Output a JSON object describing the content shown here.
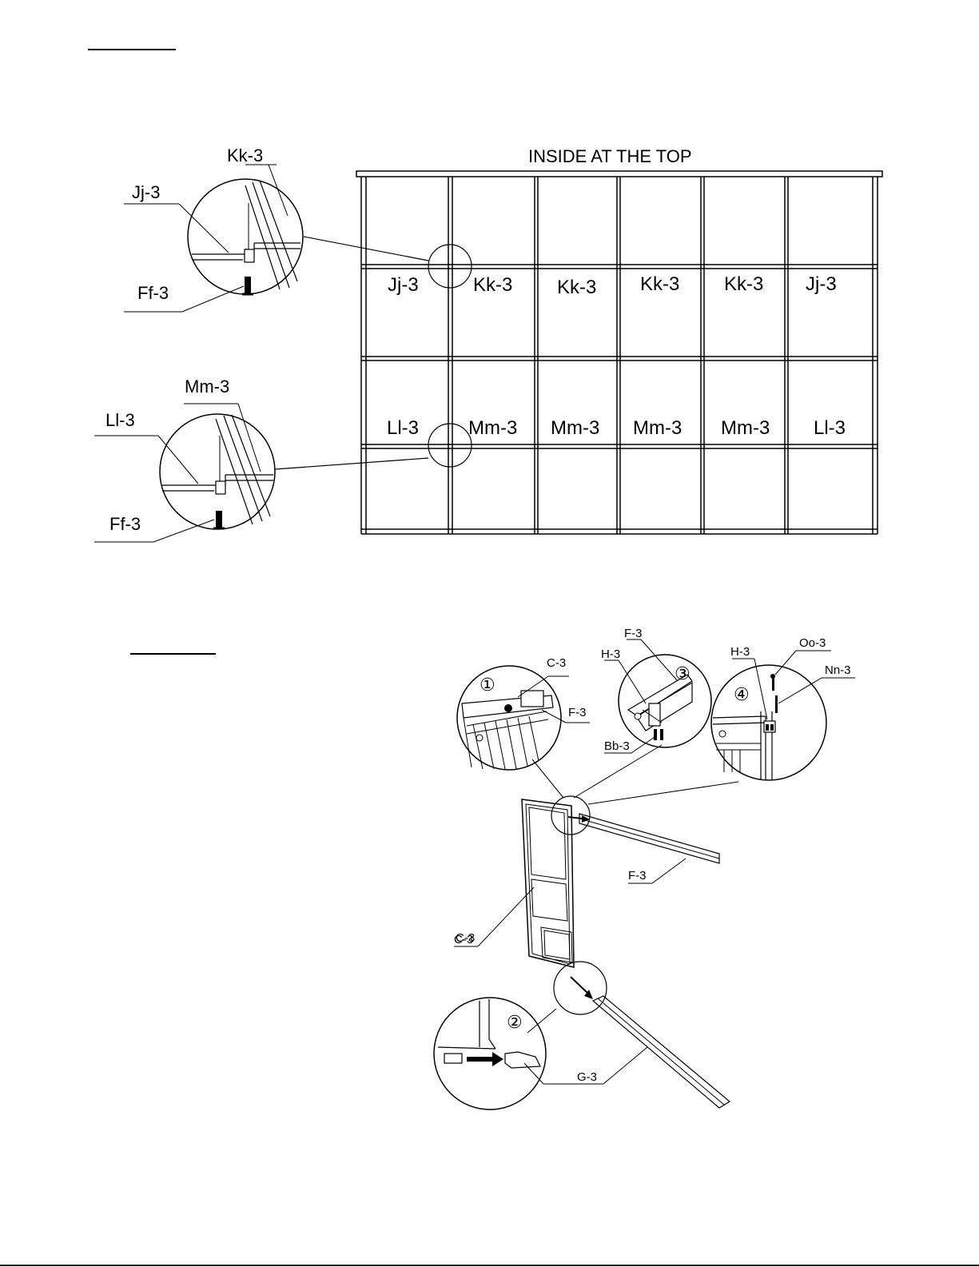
{
  "colors": {
    "ink": "#000000",
    "paper": "#ffffff"
  },
  "top_section": {
    "title": "INSIDE AT THE TOP",
    "row_upper_labels": [
      "Jj-3",
      "Kk-3",
      "Kk-3",
      "Kk-3",
      "Kk-3",
      "Jj-3"
    ],
    "row_lower_labels": [
      "Ll-3",
      "Mm-3",
      "Mm-3",
      "Mm-3",
      "Mm-3",
      "Ll-3"
    ],
    "detail_upper": {
      "labels": [
        "Kk-3",
        "Jj-3",
        "Ff-3"
      ]
    },
    "detail_lower": {
      "labels": [
        "Mm-3",
        "Ll-3",
        "Ff-3"
      ]
    }
  },
  "bottom_section": {
    "detail_1": {
      "number": "①",
      "labels": [
        "C-3",
        "F-3"
      ]
    },
    "detail_2": {
      "number": "②",
      "labels": [
        "C-3",
        "G-3"
      ]
    },
    "detail_3": {
      "number": "③",
      "labels": [
        "F-3",
        "H-3",
        "Bb-3"
      ]
    },
    "detail_4": {
      "number": "④",
      "labels": [
        "H-3",
        "Oo-3",
        "Nn-3"
      ]
    },
    "part_labels": [
      "F-3",
      "C-3"
    ]
  }
}
